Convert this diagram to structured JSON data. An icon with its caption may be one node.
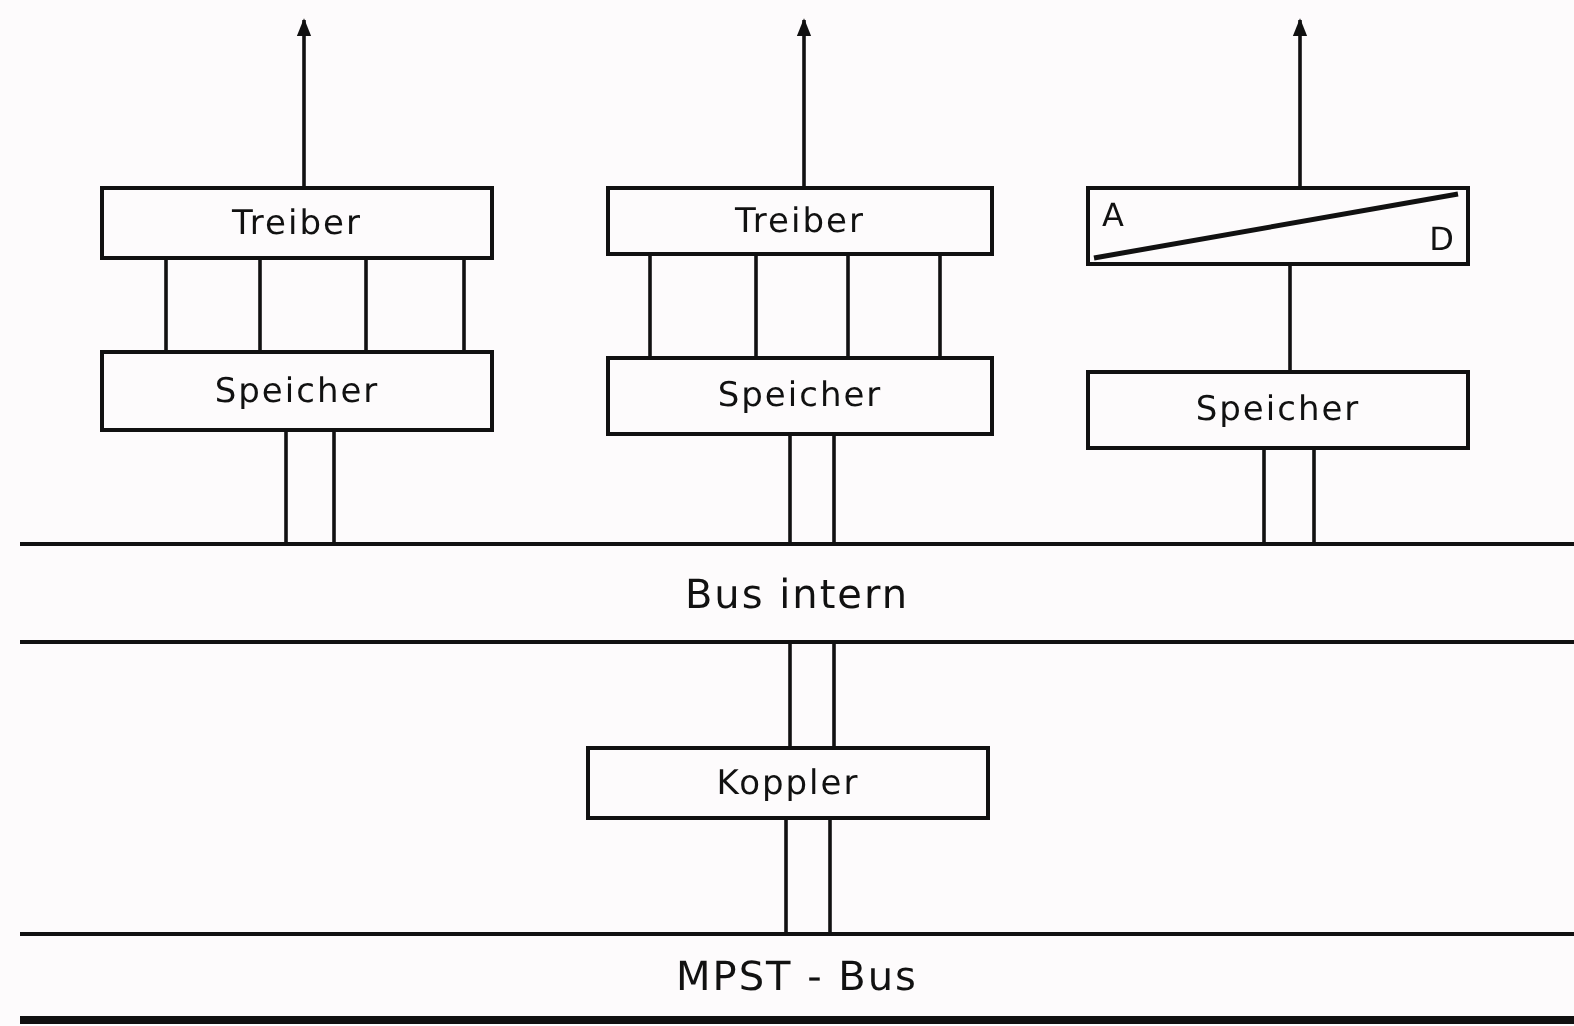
{
  "diagram": {
    "nodes": [
      {
        "text": [
          "Treiber"
        ]
      },
      {
        "text": [
          "Speicher"
        ]
      },
      {
        "text": [
          "Treiber"
        ]
      },
      {
        "text": [
          "Speicher"
        ]
      },
      {
        "text": [
          "A",
          "D"
        ]
      },
      {
        "text": [
          "Speicher"
        ]
      },
      {
        "text": [
          "Bus intern"
        ]
      },
      {
        "text": [
          "Koppler"
        ]
      },
      {
        "text": [
          "MPST - Bus"
        ]
      }
    ],
    "edges": [
      {
        "from": 0,
        "to": null,
        "arrow": "to"
      },
      {
        "from": 2,
        "to": null,
        "arrow": "to"
      },
      {
        "from": 4,
        "to": null,
        "arrow": "to"
      },
      {
        "from": 0,
        "to": 1,
        "arrow": "none"
      },
      {
        "from": 0,
        "to": 1,
        "arrow": "none"
      },
      {
        "from": 0,
        "to": 1,
        "arrow": "none"
      },
      {
        "from": 0,
        "to": 1,
        "arrow": "none"
      },
      {
        "from": 2,
        "to": 3,
        "arrow": "none"
      },
      {
        "from": 2,
        "to": 3,
        "arrow": "none"
      },
      {
        "from": 2,
        "to": 3,
        "arrow": "none"
      },
      {
        "from": 2,
        "to": 3,
        "arrow": "none"
      },
      {
        "from": 4,
        "to": 5,
        "arrow": "none"
      },
      {
        "from": 1,
        "to": 6,
        "arrow": "none"
      },
      {
        "from": 1,
        "to": 6,
        "arrow": "none"
      },
      {
        "from": 3,
        "to": 6,
        "arrow": "none"
      },
      {
        "from": 3,
        "to": 6,
        "arrow": "none"
      },
      {
        "from": 5,
        "to": 6,
        "arrow": "none"
      },
      {
        "from": 5,
        "to": 6,
        "arrow": "none"
      },
      {
        "from": 6,
        "to": 7,
        "arrow": "none"
      },
      {
        "from": 6,
        "to": 7,
        "arrow": "none"
      },
      {
        "from": 7,
        "to": 8,
        "arrow": "none"
      },
      {
        "from": 7,
        "to": 8,
        "arrow": "none"
      }
    ]
  }
}
